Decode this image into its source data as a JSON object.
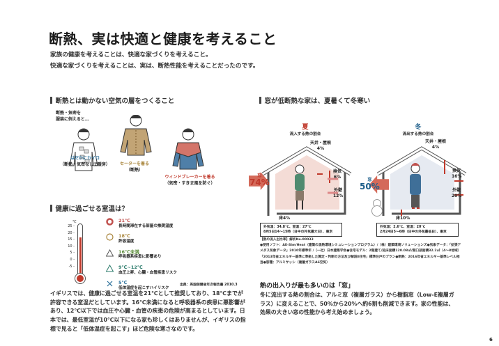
{
  "header": {
    "title": "断熱、実は快適と健康を考えること",
    "lead": [
      "家族の健康を考えることは、快適な家づくりを考えること。",
      "快適な家づくりを考えることは、実は、断熱性能を考えることだったのです。"
    ]
  },
  "left": {
    "section1": {
      "heading": "断熱とは動かない空気の層をつくること",
      "intro": [
        "断熱・気密を",
        "服装に例えると…"
      ],
      "figures": [
        {
          "label": "はだかにカイロ",
          "sub": "（断熱・気密なしで暖房）",
          "color": "#2a6f9a"
        },
        {
          "label": "セーターを着る",
          "sub": "（断熱）",
          "color": "#a8843a"
        },
        {
          "label": "ウィンドブレーカーを着る",
          "sub": "（気密・すきま風を防ぐ）",
          "color": "#c0392b"
        }
      ]
    },
    "section2": {
      "heading": "健康に過ごせる室温は？",
      "thermometer": {
        "unit": "℃",
        "ticks": [
          "25",
          "20",
          "15",
          "10",
          "5",
          "0",
          "-5"
        ],
        "value": 21
      },
      "legend": [
        {
          "icon": "double-circle",
          "temp": "21℃",
          "desc": "長時間滞在する部屋の推奨温度",
          "color": "#c0504d"
        },
        {
          "icon": "circle",
          "temp": "18℃",
          "desc": "許容温度",
          "color": "#a8843a"
        },
        {
          "icon": "triangle",
          "temp": "16℃未満",
          "desc": "呼吸器系疾患に影響あり",
          "color": "#5a8a3a"
        },
        {
          "icon": "triangle",
          "temp": "9℃~12℃",
          "desc": "血圧上昇、心臓・血管疾患リスク",
          "color": "#2a7a6a"
        },
        {
          "icon": "cross",
          "temp": "5℃",
          "desc": "低体温症を起こすハイリスク",
          "color": "#2a6f9a"
        }
      ],
      "source": "出典：英国保健省年次報告書 2010.3",
      "body": "イギリスでは、健康に過ごせる室温を21℃として推奨しており、18℃までが許容できる室温だとしています。16℃未満になると呼吸器系の疾患に悪影響があり、12℃以下では血圧や心臓・血管の疾患の危険が高まるとしています。日本では、最低室温が10℃以下になる家も珍しくはありませんが、イギリスの指標で見ると「低体温症を起こす」ほど危険な寒さなのです。"
    }
  },
  "right": {
    "heading": "窓が低断熱な家は、夏暑くて冬寒い",
    "summer": {
      "season": "夏",
      "caption": "流入する熱の割合",
      "color": "#c0392b",
      "window": {
        "label": "窓",
        "pct": "74%"
      },
      "roof": {
        "label": "天井・屋根",
        "pct": "4%"
      },
      "vent": {
        "label": "換気",
        "pct": "6%"
      },
      "wall": {
        "label": "外壁",
        "pct": "12%"
      },
      "floor": "床4%",
      "conditions": [
        "外気温：34.8℃、室温：27℃",
        "8月5日14〜15時（日中の外気最大日）、東京"
      ]
    },
    "winter": {
      "season": "冬",
      "caption": "流出する熱の割合",
      "color": "#1f5f8b",
      "window": {
        "label": "窓",
        "pct": "50%"
      },
      "roof": {
        "label": "天井・屋根",
        "pct": "4%"
      },
      "vent": {
        "label": "換気",
        "pct": "16%"
      },
      "wall": {
        "label": "外壁",
        "pct": "20%"
      },
      "floor": "床10%",
      "conditions": [
        "外気温：2.6℃、室温：20℃",
        "2月24日5〜6時（日中の外気最低日）、東京"
      ]
    },
    "notes": [
      "【熱の流入出比率】解析No.00033",
      "●使用ソフト：AE-Sim/Heat（建築の温熱環境シミュレーションプログラム）/（株）建築環境ソリューションズ●気象データ：「拡張アメダス気象データ」2010年標準年 /（一社）日本建築学会●住宅モデル：2階建て/延床面積120.08㎡/開口部面積32.2㎡（4〜8地域）「2013年省エネルギー基準に準拠した算定・判断の方法及び解説Ⅱ住宅」標準住戸のプラン●断熱：2016年省エネルギー基準レベル相当●窓種：アルミサッシ（複層ガラスA6空気）"
    ],
    "subheading": "熱の出入りが最も多いのは「窓」",
    "body": "冬に流出する熱の割合は、アルミ窓（複層ガラス）から樹脂窓（Low-E複層ガラス）に変えることで、50%から20%へ約6割も削減できます。家の性能は、効果の大きい窓の性能から考え始めましょう。"
  },
  "page_number": "6"
}
